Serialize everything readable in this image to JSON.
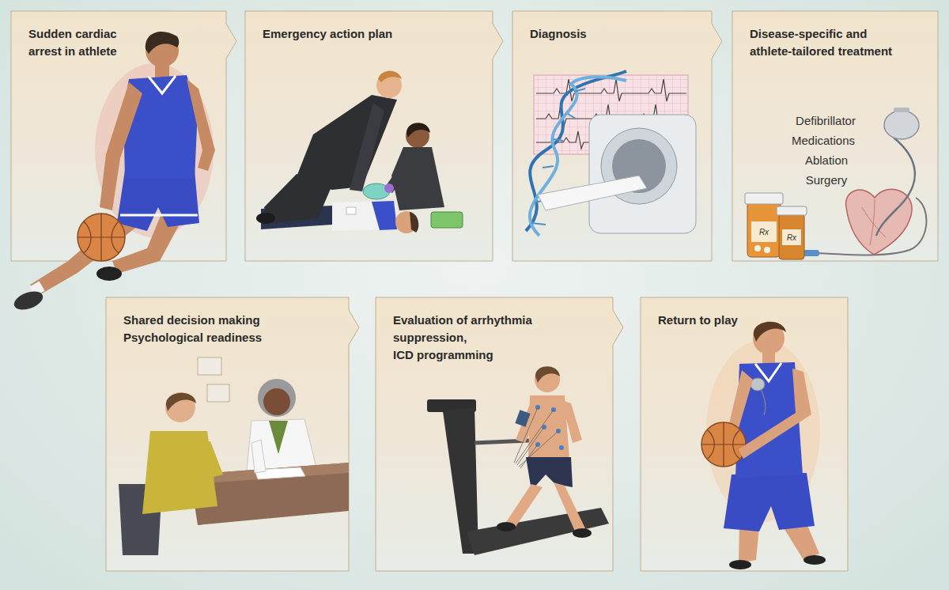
{
  "diagram": {
    "nodes": [
      {
        "text": [
          "Sudden cardiac arrest in athlete"
        ]
      },
      {
        "text": [
          "Emergency action plan"
        ]
      },
      {
        "text": [
          "Diagnosis"
        ]
      },
      {
        "text": [
          "Disease-specific and athlete-tailored treatment"
        ]
      },
      {
        "text": [
          "Shared decision making",
          "Psychological readiness"
        ]
      },
      {
        "text": [
          "Evaluation of arrhythmia suppression,",
          "ICD programming"
        ]
      },
      {
        "text": [
          "Return to play"
        ]
      }
    ],
    "labels": [
      "Defibrillator",
      "Medications",
      "Ablation",
      "Surgery",
      "Rx",
      "Rx"
    ]
  }
}
